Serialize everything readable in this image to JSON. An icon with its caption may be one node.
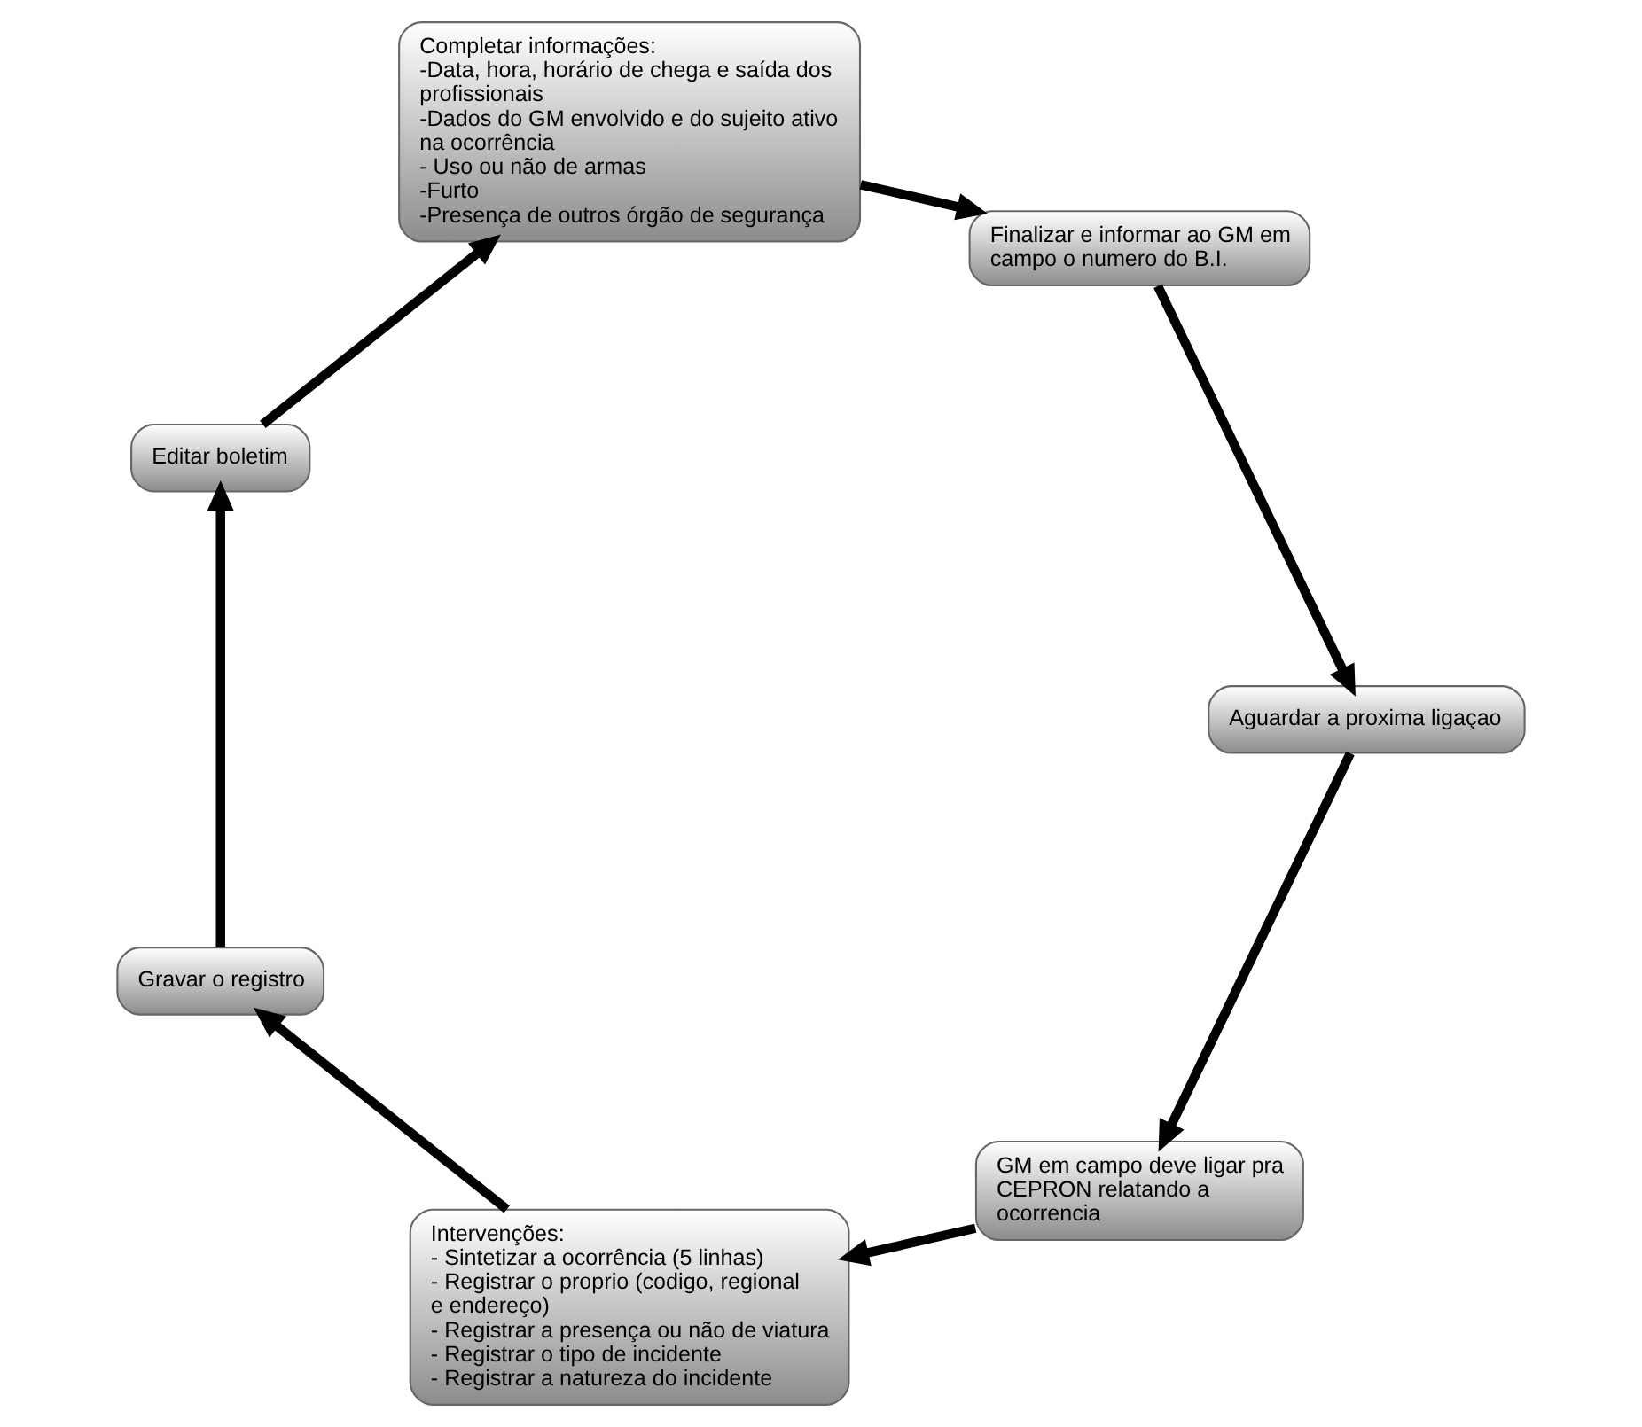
{
  "diagram": {
    "nodes": [
      {
        "text": [
          "GM em campo deve ligar pra CEPRON relatando a ocorrencia"
        ]
      },
      {
        "text": [
          "Intervenções:",
          "- Sintetizar a ocorrência (5 linhas)",
          "- Registrar o proprio (codigo, regional e endereço)",
          "- Registrar a presença ou não de viatura",
          "- Registrar o tipo de incidente",
          "- Registrar a natureza do incidente"
        ]
      },
      {
        "text": [
          "Gravar o registro"
        ]
      },
      {
        "text": [
          "Editar boletim"
        ]
      },
      {
        "text": [
          "Completar informações:",
          "-Data, hora, horário de chega e saída dos profissionais",
          "-Dados do GM envolvido e do sujeito ativo na ocorrência",
          "- Uso ou não de armas",
          "-Furto",
          "-Presença de outros órgão de segurança"
        ]
      },
      {
        "text": [
          "Finalizar e informar ao GM em campo o numero do B.I."
        ]
      },
      {
        "text": [
          "Aguardar a proxima ligaçao"
        ]
      }
    ],
    "edges": [
      {
        "from": 0,
        "to": 1,
        "arrow": "to"
      },
      {
        "from": 1,
        "to": 2,
        "arrow": "to"
      },
      {
        "from": 2,
        "to": 3,
        "arrow": "to"
      },
      {
        "from": 3,
        "to": 4,
        "arrow": "to"
      },
      {
        "from": 4,
        "to": 5,
        "arrow": "to"
      },
      {
        "from": 5,
        "to": 6,
        "arrow": "to"
      },
      {
        "from": 6,
        "to": 0,
        "arrow": "to"
      }
    ]
  }
}
